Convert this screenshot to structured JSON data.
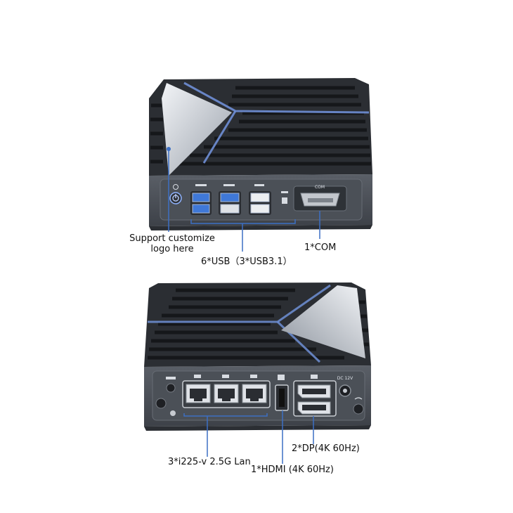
{
  "labels": {
    "logo_line1": "Support customize",
    "logo_line2": "logo here",
    "usb": "6*USB（3*USB3.1）",
    "com": "1*COM",
    "com_port_text": "COM",
    "lan": "3*i225-v 2.5G Lan",
    "hdmi": "1*HDMI (4K 60Hz)",
    "dp": "2*DP(4K 60Hz)",
    "dc_text": "DC 12V"
  },
  "colors": {
    "chassis": "#3e4249",
    "chassis_dark": "#2b2e33",
    "panel": "#50555c",
    "fin": "#1f2226",
    "accent_blue": "#6f8fd6",
    "usb3_blue": "#3f78d8",
    "callout_blue": "#3c6fc4",
    "light_panel": "#c8ccd2"
  },
  "icons": [
    "power-icon",
    "usb-icon",
    "lan-icon",
    "hdmi-icon",
    "displayport-icon",
    "audio-jack-icon",
    "wifi-icon"
  ]
}
